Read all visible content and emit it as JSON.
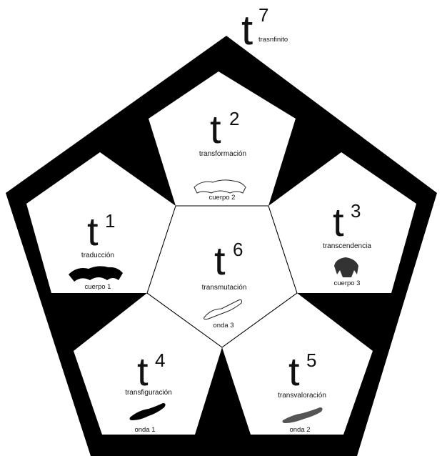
{
  "colors": {
    "frame": "#000000",
    "panel": "#ffffff",
    "onda2": "#555555",
    "cuerpo3": "#333333"
  },
  "apex": {
    "letter": "t",
    "exponent": "7",
    "label": "trasnfinito"
  },
  "nodes": [
    {
      "id": "t1",
      "letter": "t",
      "exponent": "1",
      "name": "traducción",
      "icon": "cuerpo-1-silhouette",
      "caption": "cuerpo 1"
    },
    {
      "id": "t2",
      "letter": "t",
      "exponent": "2",
      "name": "transformación",
      "icon": "cuerpo-2-outline",
      "caption": "cuerpo 2"
    },
    {
      "id": "t3",
      "letter": "t",
      "exponent": "3",
      "name": "transcendencia",
      "icon": "cuerpo-3-silhouette",
      "caption": "cuerpo 3"
    },
    {
      "id": "t4",
      "letter": "t",
      "exponent": "4",
      "name": "transfiguración",
      "icon": "onda-1-wave",
      "caption": "onda 1"
    },
    {
      "id": "t5",
      "letter": "t",
      "exponent": "5",
      "name": "transvaloración",
      "icon": "onda-2-wave",
      "caption": "onda 2"
    },
    {
      "id": "t6",
      "letter": "t",
      "exponent": "6",
      "name": "transmutación",
      "icon": "onda-3-wave-outline",
      "caption": "onda 3"
    }
  ]
}
